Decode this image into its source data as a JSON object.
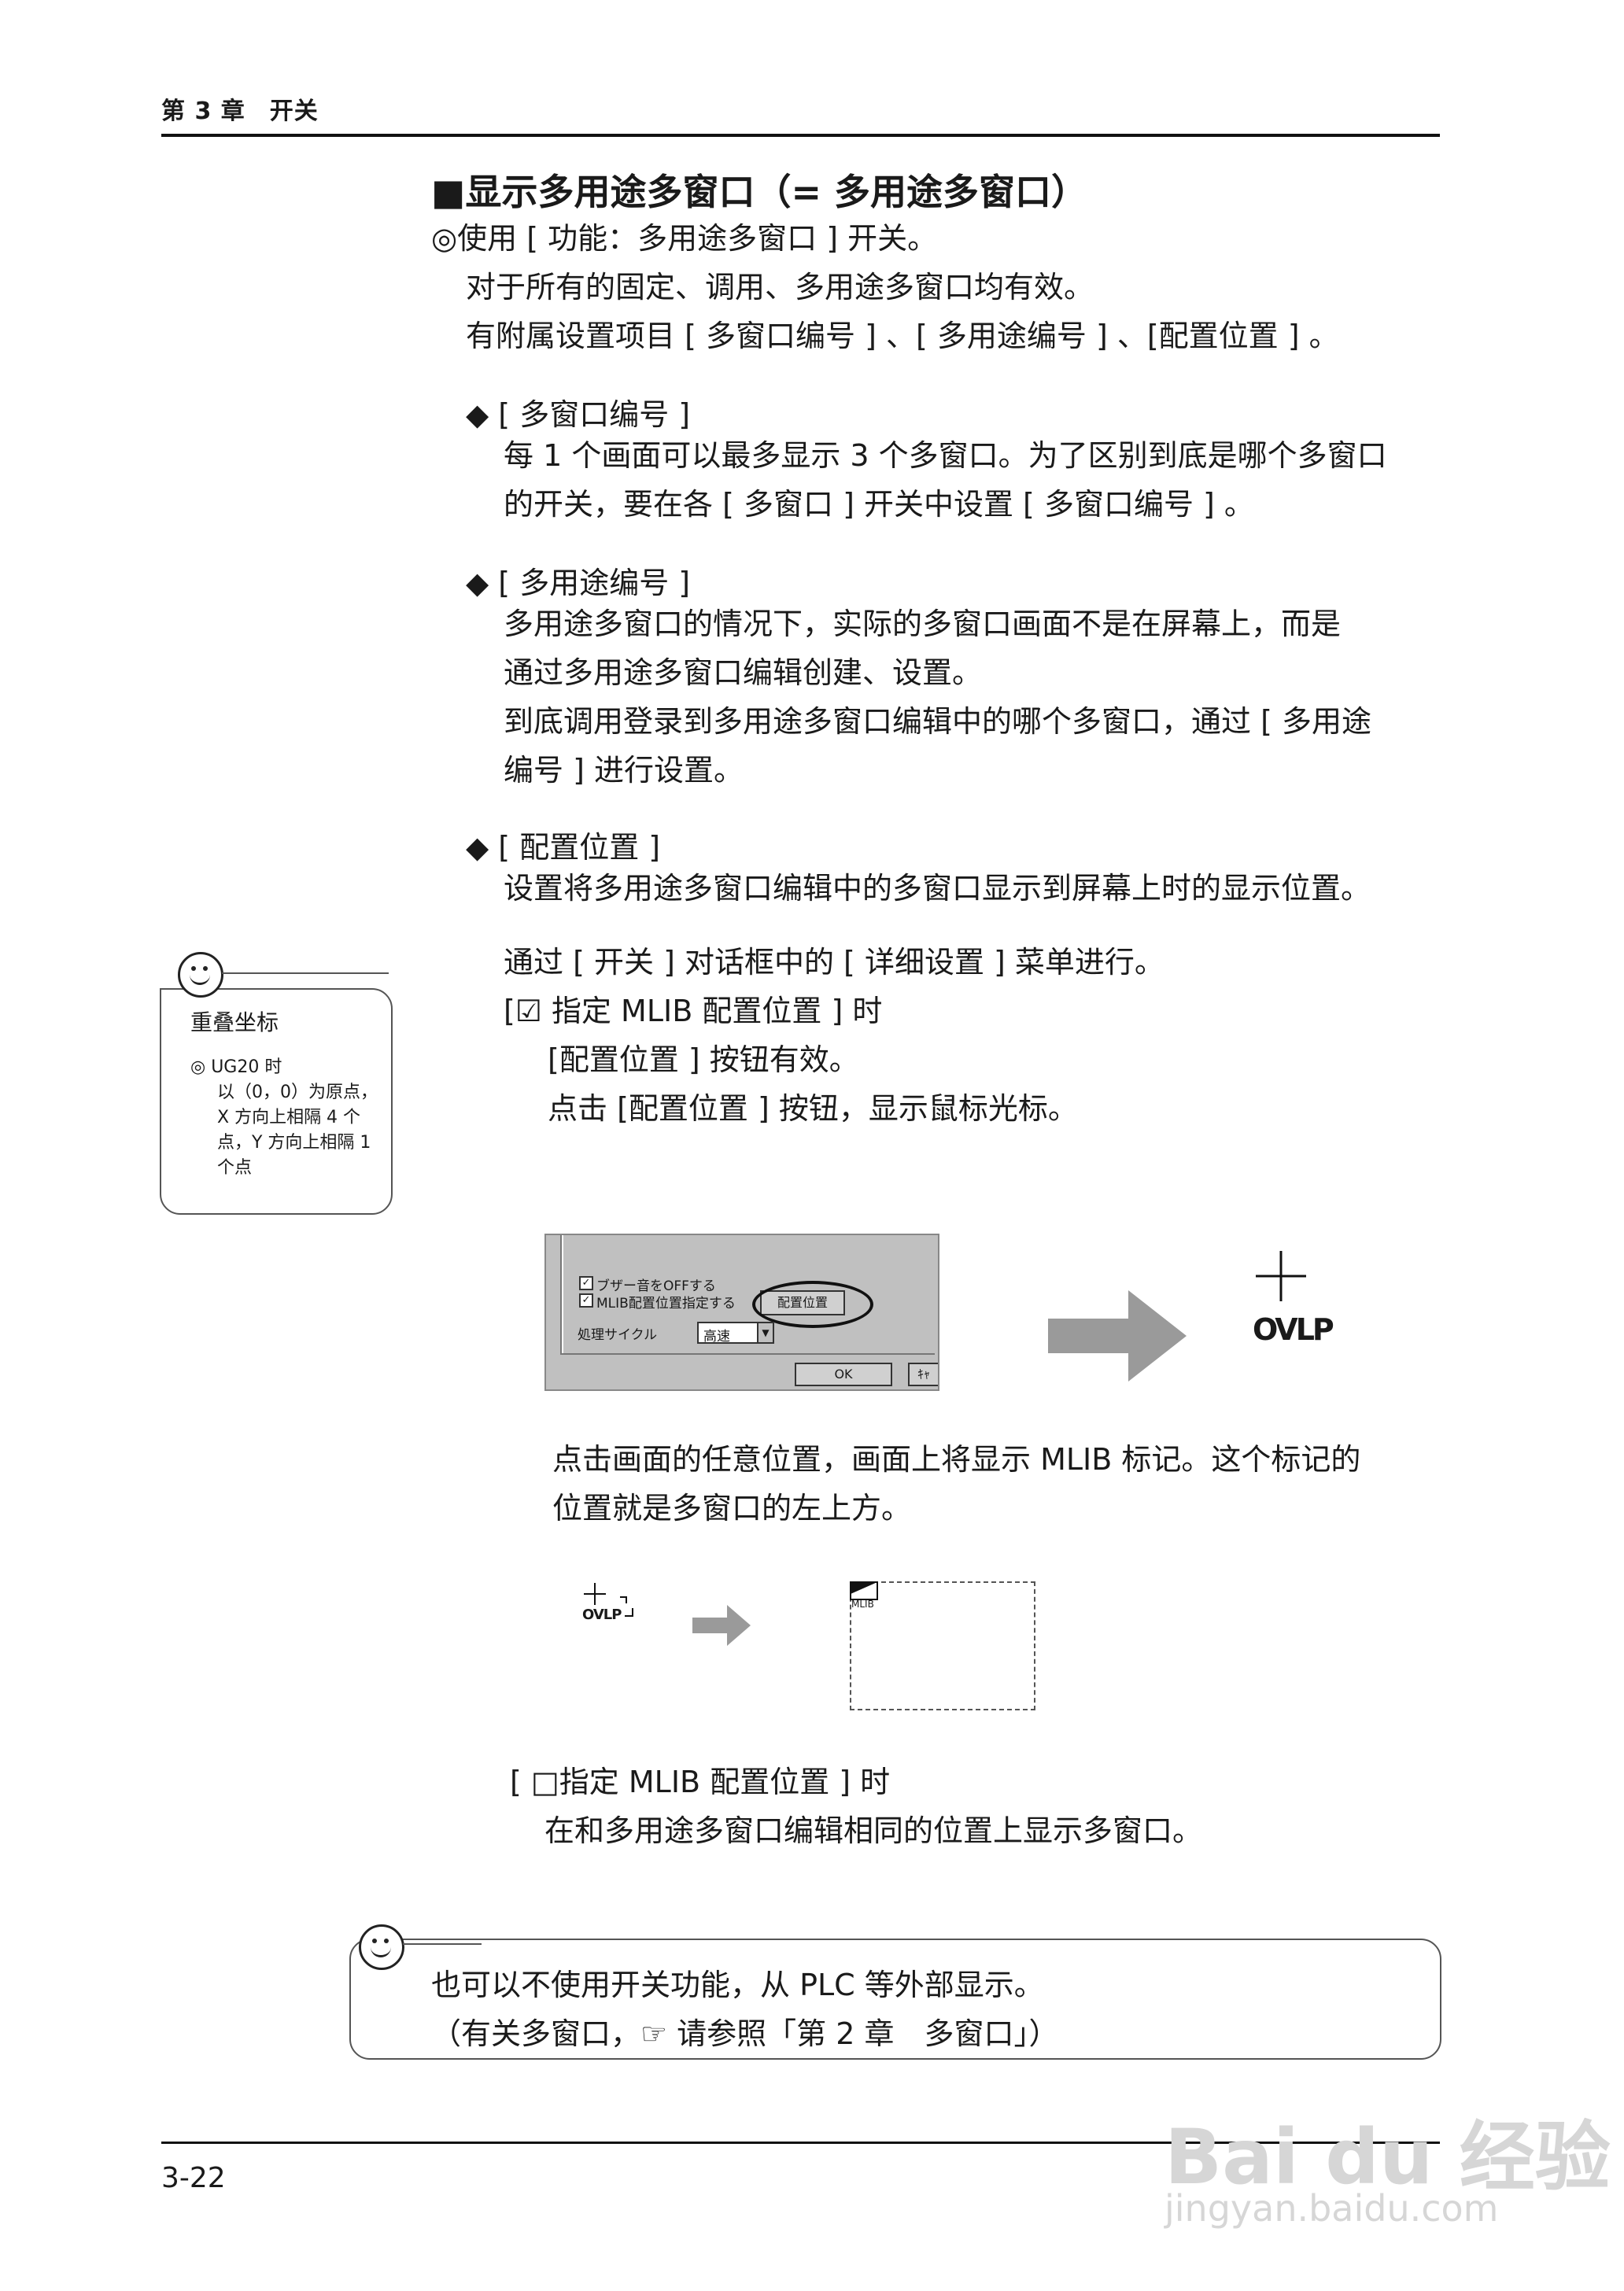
{
  "header": {
    "chapter": "第 3 章　开关"
  },
  "title": "■显示多用途多窗口（= 多用途多窗口）",
  "intro": [
    "◎使用 [ 功能：多用途多窗口 ] 开关。",
    "对于所有的固定、调用、多用途多窗口均有效。",
    "有附属设置项目 [ 多窗口编号 ] 、[ 多用途编号 ] 、[配置位置 ] 。"
  ],
  "section1": {
    "title": "◆ [ 多窗口编号 ]",
    "lines": [
      "每 1 个画面可以最多显示 3 个多窗口。为了区别到底是哪个多窗口",
      "的开关，要在各 [ 多窗口 ] 开关中设置 [ 多窗口编号 ] 。"
    ]
  },
  "section2": {
    "title": "◆ [ 多用途编号 ]",
    "lines": [
      "多用途多窗口的情况下，实际的多窗口画面不是在屏幕上，而是",
      "通过多用途多窗口编辑创建、设置。",
      "到底调用登录到多用途多窗口编辑中的哪个多窗口，通过 [ 多用途",
      "编号 ] 进行设置。"
    ]
  },
  "section3": {
    "title": "◆ [ 配置位置 ]",
    "lines": [
      "设置将多用途多窗口编辑中的多窗口显示到屏幕上时的显示位置。",
      "通过 [ 开关 ] 对话框中的 [ 详细设置 ] 菜单进行。",
      "[☑ 指定 MLIB 配置位置 ] 时",
      "[配置位置 ] 按钮有效。",
      "点击 [配置位置 ] 按钮，显示鼠标光标。"
    ]
  },
  "side_note": {
    "heading": "重叠坐标",
    "lines": [
      "◎ UG20 时",
      "以（0，0）为原点，",
      "X 方向上相隔 4 个",
      "点，Y 方向上相隔 1",
      "个点"
    ]
  },
  "dialog": {
    "check1": "ブザー音をOFFする",
    "check2": "MLIB配置位置指定する",
    "position_button": "配置位置",
    "cycle_label": "処理サイクル",
    "cycle_value": "高速",
    "ok_button": "OK",
    "cancel_button": "ｷｬ"
  },
  "cursor_label": "OVLP",
  "after_dialog": [
    "点击画面的任意位置，画面上将显示 MLIB 标记。这个标记的",
    "位置就是多窗口的左上方。"
  ],
  "small_cursor_label": "OVLP",
  "mlib_label": "MLIB",
  "unchecked": {
    "title": "[ □指定 MLIB 配置位置 ] 时",
    "line": "在和多用途多窗口编辑相同的位置上显示多窗口。"
  },
  "bottom_note": [
    "也可以不使用开关功能，从 PLC 等外部显示。",
    "（有关多窗口，☞ 请参照「第 2 章　多窗口」）"
  ],
  "page_number": "3-22",
  "watermark": {
    "brand": "Bai du 经验",
    "url": "jingyan.baidu.com"
  }
}
